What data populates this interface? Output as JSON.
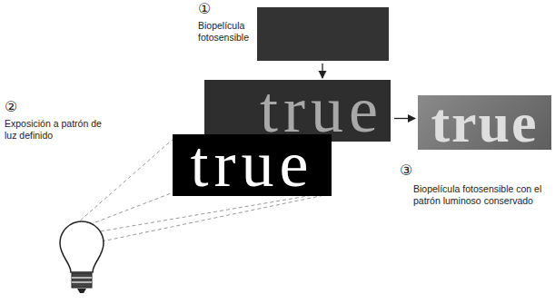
{
  "diagram": {
    "nodes": [
      {
        "text": [
          "true"
        ]
      },
      {
        "text": [
          "true"
        ]
      },
      {
        "text": [
          "true"
        ]
      }
    ],
    "edges": [
      {
        "from": 0,
        "to": 2,
        "arrow": "to"
      }
    ],
    "labels": [
      "①",
      "Biopelícula fotosensible",
      "②",
      "Exposición a patrón de luz definido",
      "③",
      "Biopelícula fotosensible con el patrón luminoso conservado"
    ]
  }
}
